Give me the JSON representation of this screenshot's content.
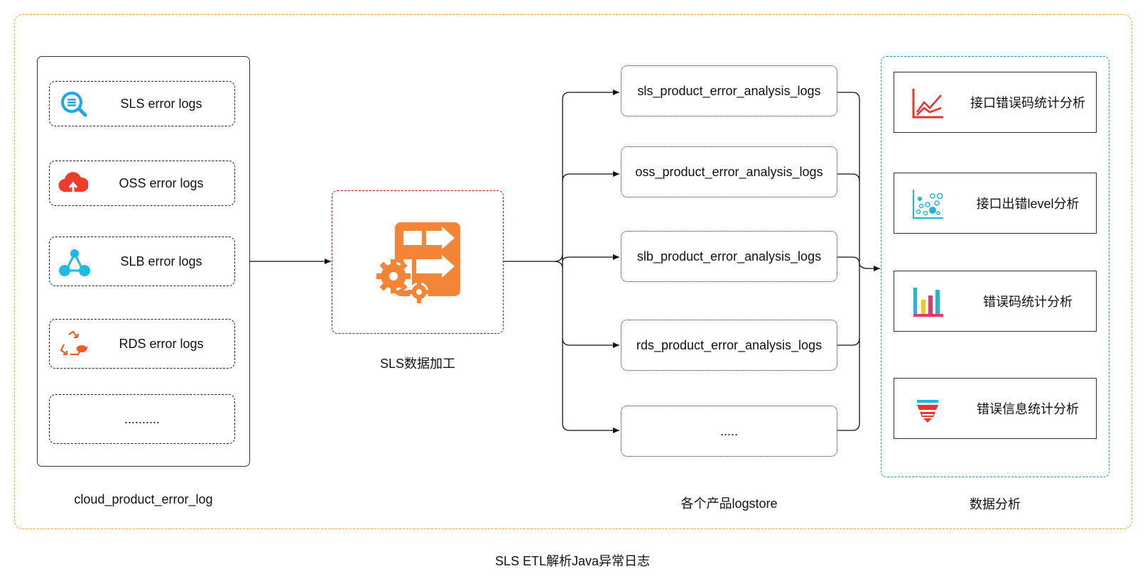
{
  "sources": {
    "items": [
      {
        "label": "SLS error logs",
        "icon": "search-log-icon"
      },
      {
        "label": "OSS error logs",
        "icon": "cloud-upload-icon"
      },
      {
        "label": "SLB error logs",
        "icon": "network-nodes-icon"
      },
      {
        "label": "RDS error logs",
        "icon": "database-recycle-icon"
      },
      {
        "label": ".........."
      }
    ],
    "caption": "cloud_product_error_log"
  },
  "etl": {
    "label": "SLS数据加工",
    "icon": "data-transform-gears-icon",
    "accent": "#f58536"
  },
  "logstores": {
    "items": [
      {
        "label": "sls_product_error_analysis_logs"
      },
      {
        "label": "oss_product_error_analysis_logs"
      },
      {
        "label": "slb_product_error_analysis_logs"
      },
      {
        "label": "rds_product_error_analysis_logs"
      },
      {
        "label": "....."
      }
    ],
    "caption": "各个产品logstore"
  },
  "analysis": {
    "items": [
      {
        "label": "接口错误码统计分析",
        "icon": "line-chart-icon"
      },
      {
        "label": "接口出错level分析",
        "icon": "scatter-chart-icon"
      },
      {
        "label": "错误码统计分析",
        "icon": "bar-chart-icon"
      },
      {
        "label": "错误信息统计分析",
        "icon": "funnel-chart-icon"
      }
    ],
    "caption": "数据分析"
  },
  "footer": {
    "title": "SLS ETL解析Java异常日志"
  },
  "colors": {
    "outer_border": "#f5a623",
    "etl_border": "#d0021b",
    "analysis_border": "#0aa6b8",
    "sls_icon": "#1fa8e0",
    "oss_icon": "#ee3b2b",
    "slb_icon": "#1bbbe6",
    "rds_icon": "#f25a24"
  }
}
